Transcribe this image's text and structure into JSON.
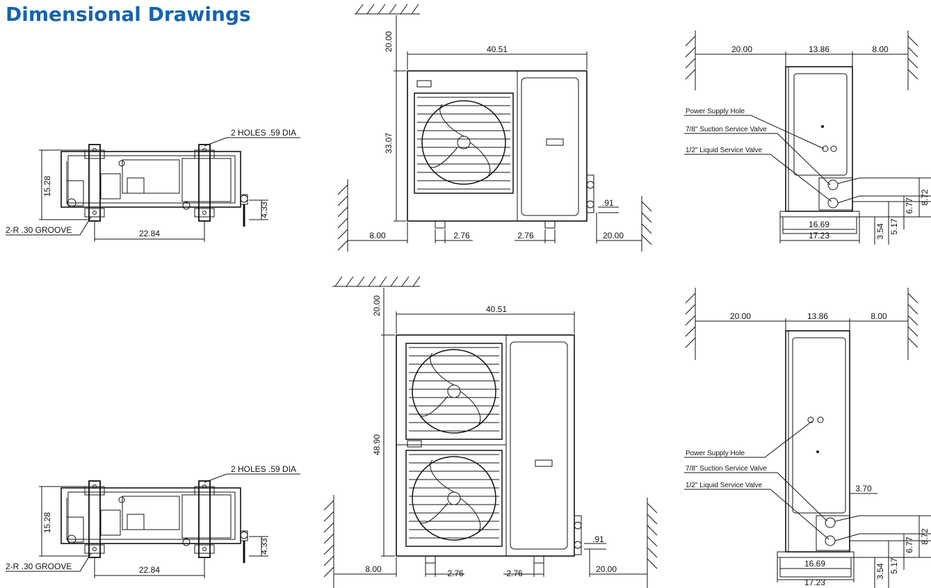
{
  "title": "Dimensional Drawings",
  "colors": {
    "title": "#1565ad",
    "ink": "#111111"
  },
  "top_view_1": {
    "holes": "2 HOLES .59 DIA",
    "groove": "2-R .30 GROOVE",
    "depth": "15.28",
    "span": "22.84",
    "valve_height": "4.33"
  },
  "front_view_1": {
    "width": "40.51",
    "clear_top": "20.00",
    "height": "33.07",
    "clear_left": "8.00",
    "foot_left": "2.76",
    "foot_right": "2.76",
    "clear_right": "20.00",
    "valve_offset": ".91"
  },
  "side_view_1": {
    "clear_back": "20.00",
    "depth": "13.86",
    "clear_front": "8.00",
    "power_hole": "Power Supply Hole",
    "suction_valve": "7/8\" Suction Service Valve",
    "liquid_valve": "1/2\" Liquid Service Valve",
    "base_inner": "16.69",
    "base_outer": "17.23",
    "h_354": "3.54",
    "h_517": "5.17",
    "h_677": "6.77",
    "h_872": "8.72"
  },
  "top_view_2": {
    "holes": "2 HOLES .59 DIA",
    "groove": "2-R .30 GROOVE",
    "depth": "15.28",
    "span": "22.84",
    "valve_height": "4.33"
  },
  "front_view_2": {
    "width": "40.51",
    "clear_top": "20.00",
    "height": "48.90",
    "clear_left": "8.00",
    "foot_left": "2.76",
    "foot_right": "2.76",
    "clear_right": "20.00",
    "valve_offset": ".91"
  },
  "side_view_2": {
    "clear_back": "20.00",
    "depth": "13.86",
    "clear_front": "8.00",
    "valve_proj": "3.70",
    "power_hole": "Power Supply Hole",
    "suction_valve": "7/8\" Suction Service Valve",
    "liquid_valve": "1/2\" Liquid Service Valve",
    "base_inner": "16.69",
    "base_outer": "17.23",
    "h_354": "3.54",
    "h_517": "5.17",
    "h_677": "6.77",
    "h_872": "8.72"
  }
}
